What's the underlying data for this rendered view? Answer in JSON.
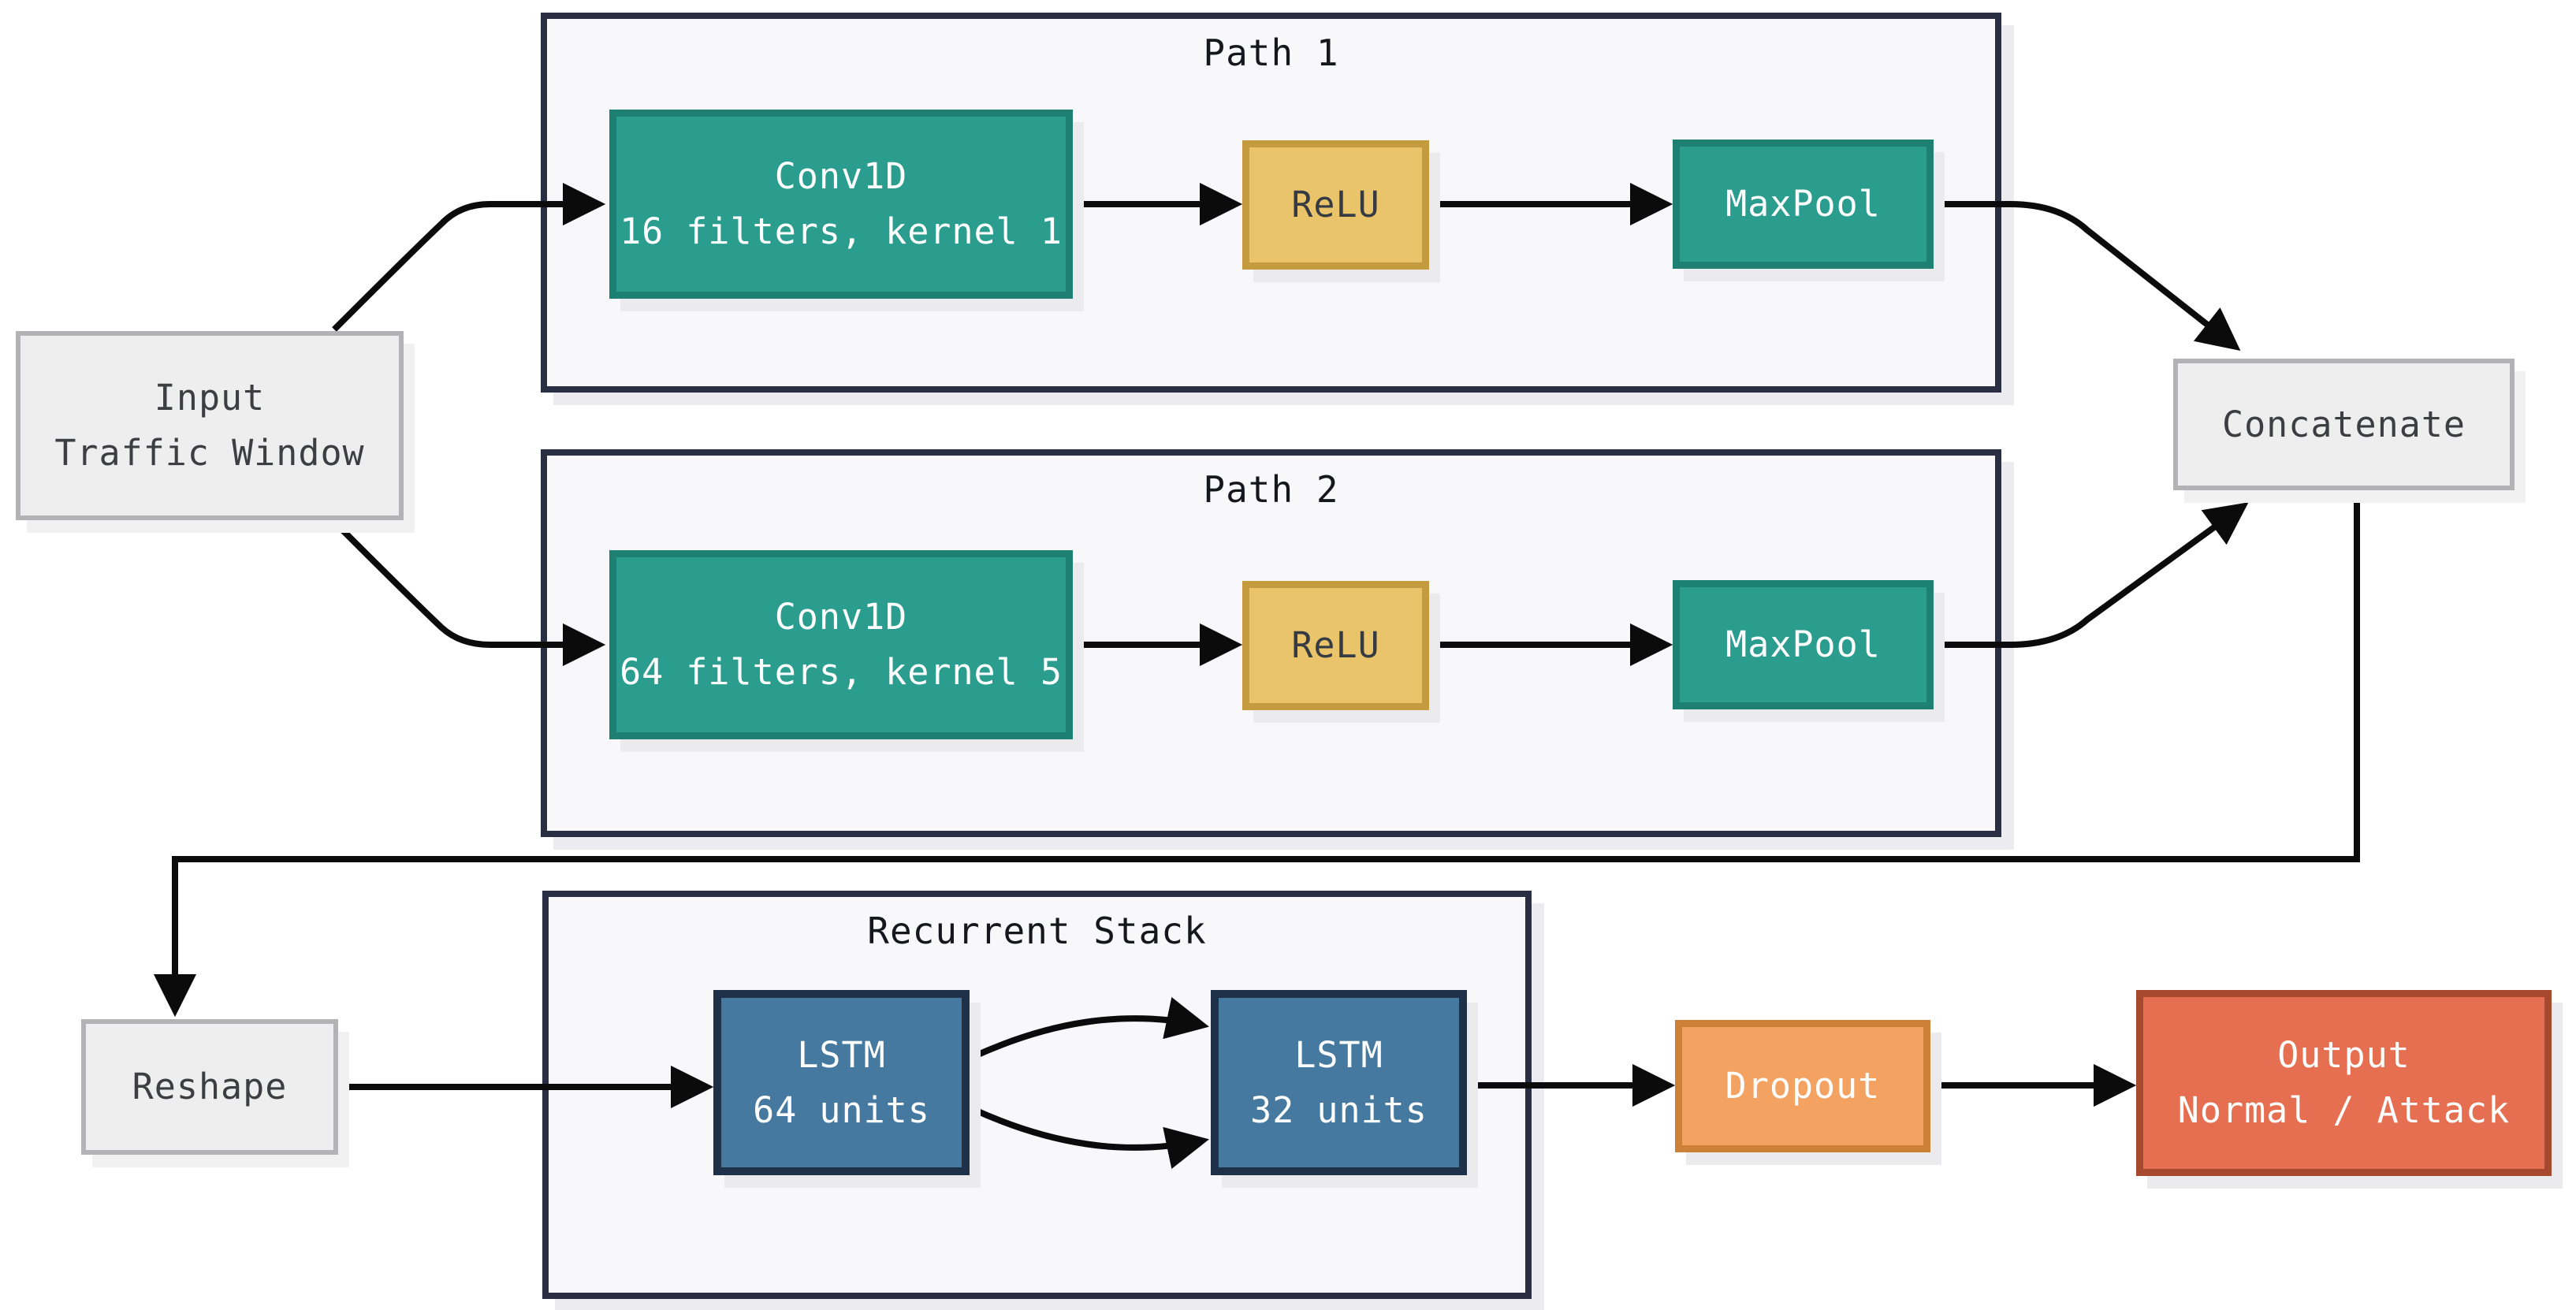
{
  "diagram": {
    "background": "#ffffff",
    "containers": {
      "path1": {
        "title": "Path 1"
      },
      "path2": {
        "title": "Path 2"
      },
      "recurrent": {
        "title": "Recurrent Stack"
      }
    },
    "nodes": {
      "input": {
        "line1": "Input",
        "line2": "Traffic Window"
      },
      "conv1": {
        "line1": "Conv1D",
        "line2": "16 filters, kernel 1"
      },
      "relu1": {
        "line1": "ReLU"
      },
      "maxpool1": {
        "line1": "MaxPool"
      },
      "conv2": {
        "line1": "Conv1D",
        "line2": "64 filters, kernel 5"
      },
      "relu2": {
        "line1": "ReLU"
      },
      "maxpool2": {
        "line1": "MaxPool"
      },
      "concatenate": {
        "line1": "Concatenate"
      },
      "reshape": {
        "line1": "Reshape"
      },
      "lstm64": {
        "line1": "LSTM",
        "line2": "64 units"
      },
      "lstm32": {
        "line1": "LSTM",
        "line2": "32 units"
      },
      "dropout": {
        "line1": "Dropout"
      },
      "output": {
        "line1": "Output",
        "line2": "Normal / Attack"
      }
    },
    "edges": [
      {
        "from": "input",
        "to": "conv1"
      },
      {
        "from": "input",
        "to": "conv2"
      },
      {
        "from": "conv1",
        "to": "relu1"
      },
      {
        "from": "relu1",
        "to": "maxpool1"
      },
      {
        "from": "maxpool1",
        "to": "concatenate"
      },
      {
        "from": "conv2",
        "to": "relu2"
      },
      {
        "from": "relu2",
        "to": "maxpool2"
      },
      {
        "from": "maxpool2",
        "to": "concatenate"
      },
      {
        "from": "concatenate",
        "to": "reshape"
      },
      {
        "from": "reshape",
        "to": "lstm64"
      },
      {
        "from": "lstm64",
        "to": "lstm32",
        "note": "upper curved arrow"
      },
      {
        "from": "lstm64",
        "to": "lstm32",
        "note": "lower curved arrow"
      },
      {
        "from": "lstm32",
        "to": "dropout"
      },
      {
        "from": "dropout",
        "to": "output"
      }
    ],
    "colors": {
      "container_fill": "#f8f8fb",
      "container_border": "#2a2e42",
      "teal_fill": "#2a9d8f",
      "teal_border": "#1e7f73",
      "gold_fill": "#e9c46a",
      "gold_border": "#c49b3f",
      "blue_fill": "#46799f",
      "blue_border": "#1e3148",
      "orange_fill": "#f4a261",
      "orange_border": "#cd8038",
      "red_fill": "#e76f51",
      "red_border": "#a6492e",
      "gray_fill": "#eeeeee",
      "gray_border": "#b3b3b5",
      "arrow": "#0b0b0b",
      "light_text": "#ffffff",
      "dark_text": "#363b43"
    }
  }
}
